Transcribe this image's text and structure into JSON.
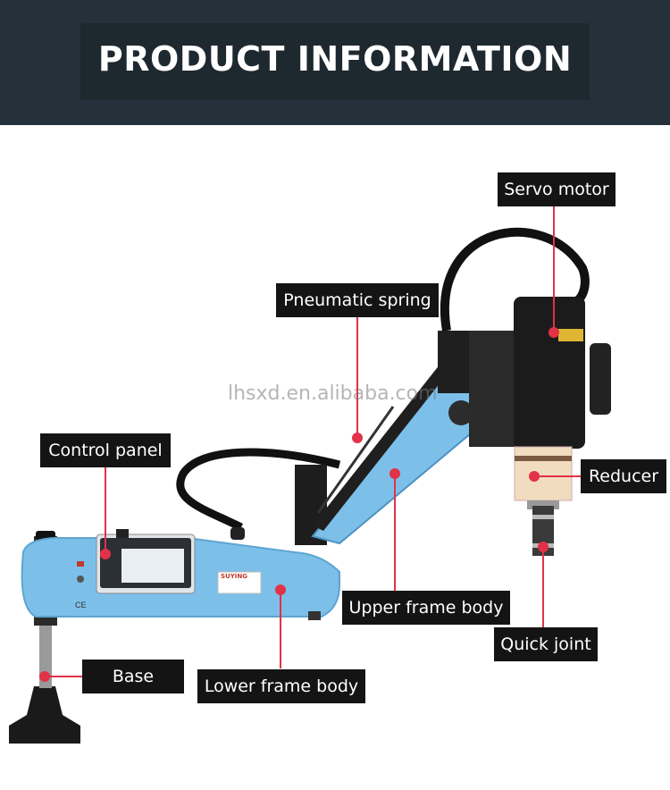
{
  "header": {
    "title": "PRODUCT INFORMATION"
  },
  "labels": {
    "servo_motor": "Servo motor",
    "pneumatic_spring": "Pneumatic spring",
    "control_panel": "Control panel",
    "reducer": "Reducer",
    "upper_frame_body": "Upper frame body",
    "quick_joint": "Quick joint",
    "base": "Base",
    "lower_frame_body": "Lower frame body"
  },
  "watermark": "lhsxd.en.alibaba.com",
  "machine": {
    "brand_plate": "SUYING",
    "ce_mark": "CE"
  },
  "colors": {
    "frame_blue": "#7cc0ea",
    "marker_red": "#e23248",
    "label_bg": "#141414",
    "banner_bg": "#25313a"
  }
}
